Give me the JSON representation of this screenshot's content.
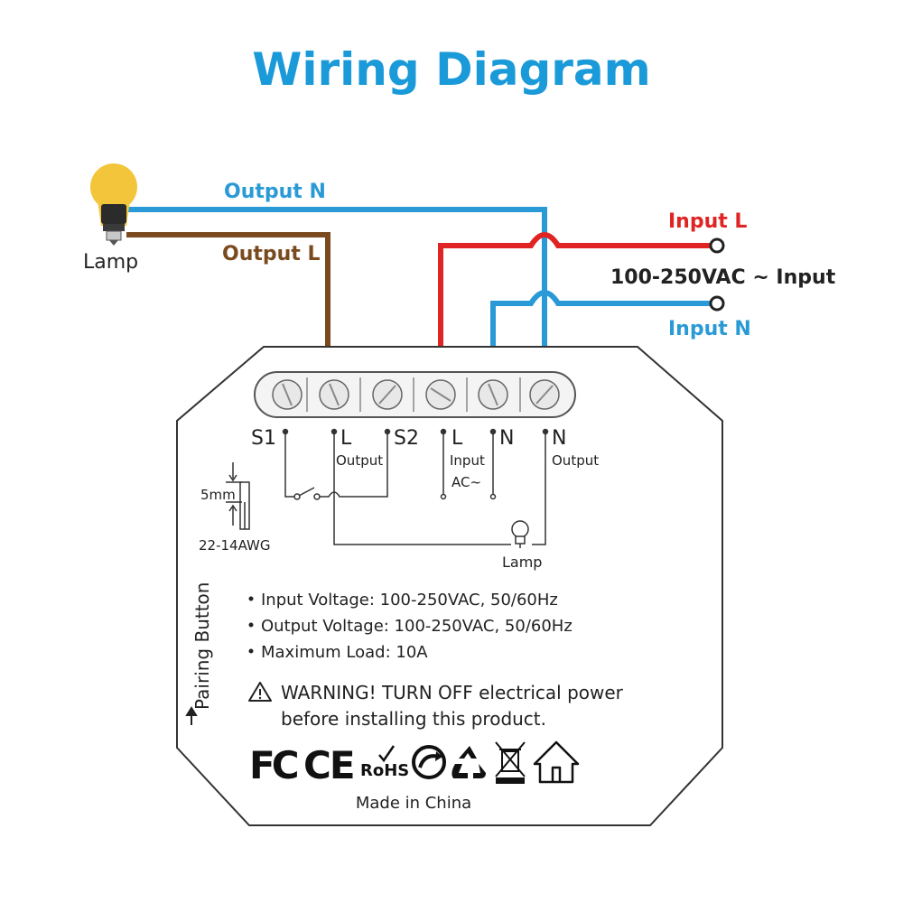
{
  "title": "Wiring Diagram",
  "colors": {
    "blue": "#2a9ad6",
    "red": "#e02424",
    "brown": "#7a4a1e",
    "title": "#1a9ad8",
    "bulb": "#f2c53a",
    "text": "#222222"
  },
  "labels": {
    "lamp": "Lamp",
    "output_n": "Output N",
    "output_l": "Output L",
    "input_l": "Input L",
    "input_n": "Input N",
    "voltage_input": "100-250VAC ~ Input"
  },
  "terminals": [
    {
      "label": "S1",
      "sub": ""
    },
    {
      "label": "L",
      "sub": "Output"
    },
    {
      "label": "S2",
      "sub": ""
    },
    {
      "label": "L",
      "sub": "Input"
    },
    {
      "label": "N",
      "sub": ""
    },
    {
      "label": "N",
      "sub": "Output"
    }
  ],
  "ac_label": "AC~",
  "strip": {
    "length": "5mm",
    "gauge": "22-14AWG"
  },
  "inner_lamp": "Lamp",
  "pairing": "Pairing Button",
  "specs": [
    "Input Voltage: 100-250VAC, 50/60Hz",
    "Output Voltage: 100-250VAC, 50/60Hz",
    "Maximum Load: 10A"
  ],
  "warning": {
    "line1": "WARNING! TURN OFF electrical power",
    "line2": "before installing this product."
  },
  "certs": [
    "FC",
    "CE",
    "RoHS"
  ],
  "made_in": "Made in China"
}
